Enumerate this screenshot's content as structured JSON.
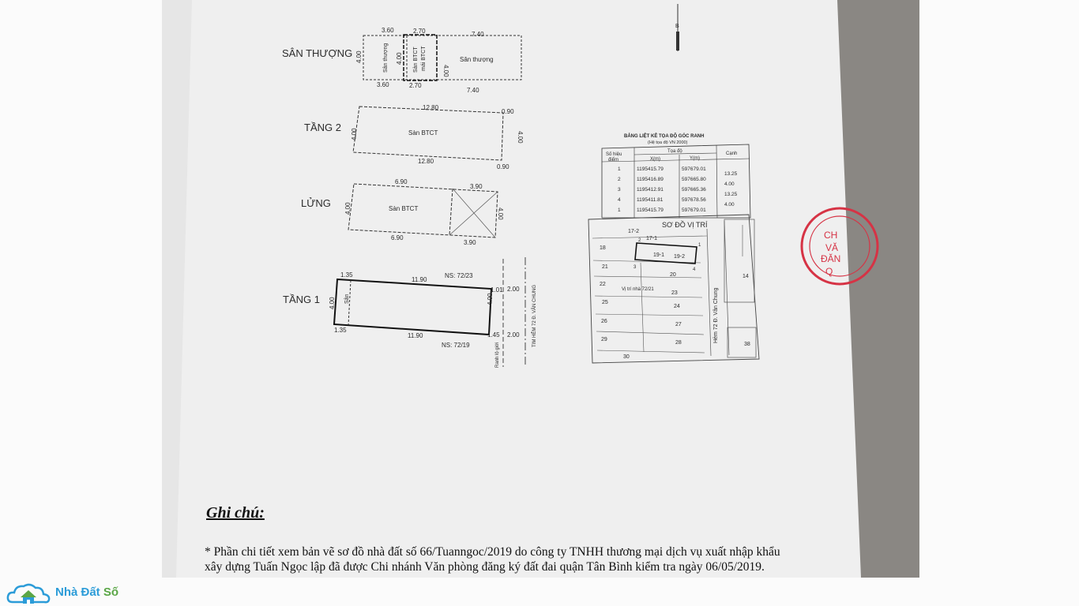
{
  "brand": {
    "part1": "Nhà Đất ",
    "part2": "Số",
    "logo_icon": "house-cloud-icon"
  },
  "compass": {
    "north_label": "B"
  },
  "floors": {
    "san_thuong": {
      "label": "SÂN THƯỢNG",
      "top_dims": [
        "3.60",
        "2.70",
        "7.40"
      ],
      "bottom_dims": [
        "3.60",
        "2.70",
        "7.40"
      ],
      "side_dims": [
        "4.00",
        "4.00",
        "4.00"
      ],
      "rooms": [
        "Sân thượng",
        "Sàn BTCT",
        "mái BTCT",
        "Sân thượng"
      ]
    },
    "tang2": {
      "label": "TẦNG 2",
      "top_dims": [
        "12.80",
        "0.90"
      ],
      "bottom_dims": [
        "12.80",
        "0.90"
      ],
      "side_dims": [
        "4.00",
        "4.00"
      ],
      "room": "Sàn BTCT"
    },
    "lung": {
      "label": "LỬNG",
      "top_dims": [
        "6.90",
        "3.90"
      ],
      "bottom_dims": [
        "6.90",
        "3.90"
      ],
      "side_dims": [
        "4.00",
        "4.00"
      ],
      "room": "Sàn BTCT"
    },
    "tang1": {
      "label": "TẦNG 1",
      "top_dims": [
        "1.35",
        "11.90",
        "NS: 72/23",
        "1.01"
      ],
      "bottom_dims": [
        "1.35",
        "11.90",
        "NS: 72/19",
        "1.45"
      ],
      "side_dims": [
        "4.00",
        "4.00",
        "2.00",
        "2.00"
      ],
      "room": "Sân",
      "street": "TIM HẺM 72 Đ. VÂN CHUNG",
      "boundary": "Ranh lộ giới"
    }
  },
  "coord_table": {
    "title": "BẢNG LIỆT KÊ TỌA ĐỘ GÓC RANH",
    "subtitle": "(Hệ tọa độ VN 2000)",
    "headers": {
      "point": "Số hiệu",
      "point2": "điểm",
      "coord": "Tọa độ",
      "x": "X(m)",
      "y": "Y(m)",
      "edge": "Cạnh"
    },
    "rows": [
      {
        "id": "1",
        "x": "1195415.79",
        "y": "597679.01"
      },
      {
        "id": "2",
        "x": "1195416.89",
        "y": "597665.80"
      },
      {
        "id": "3",
        "x": "1195412.91",
        "y": "597665.36"
      },
      {
        "id": "4",
        "x": "1195411.81",
        "y": "597678.56"
      },
      {
        "id": "1",
        "x": "1195415.79",
        "y": "597679.01"
      }
    ],
    "edges": [
      "13.25",
      "4.00",
      "13.25",
      "4.00"
    ]
  },
  "site_plan": {
    "title": "SƠ ĐỒ VỊ TRÍ",
    "lots": [
      "17-2",
      "17-1",
      "18",
      "19-1",
      "19-2",
      "21",
      "20",
      "22",
      "23",
      "25",
      "24",
      "26",
      "27",
      "29",
      "28",
      "30",
      "14",
      "38"
    ],
    "corner_labels": [
      "1",
      "2",
      "3",
      "4"
    ],
    "house_label": "Vị trí nhà 72/21",
    "street": "Hẻm 72 Đ. Vân Chung"
  },
  "note": {
    "heading": "Ghi chú:",
    "line1": "* Phần chi tiết xem bản vẽ sơ đồ nhà đất số 66/Tuanngoc/2019 do  công ty TNHH thương mại dịch vụ xuất nhập khẩu",
    "line2": "xây dựng Tuấn Ngọc lập đã được Chi nhánh Văn phòng đăng ký đất đai quận Tân Bình kiểm tra ngày 06/05/2019."
  },
  "stamp_text": [
    "CH",
    "VĂ",
    "ĐĂN",
    "Q"
  ],
  "colors": {
    "stamp": "#d63345",
    "brand_blue": "#2c9cd8",
    "brand_green": "#5aa646"
  }
}
